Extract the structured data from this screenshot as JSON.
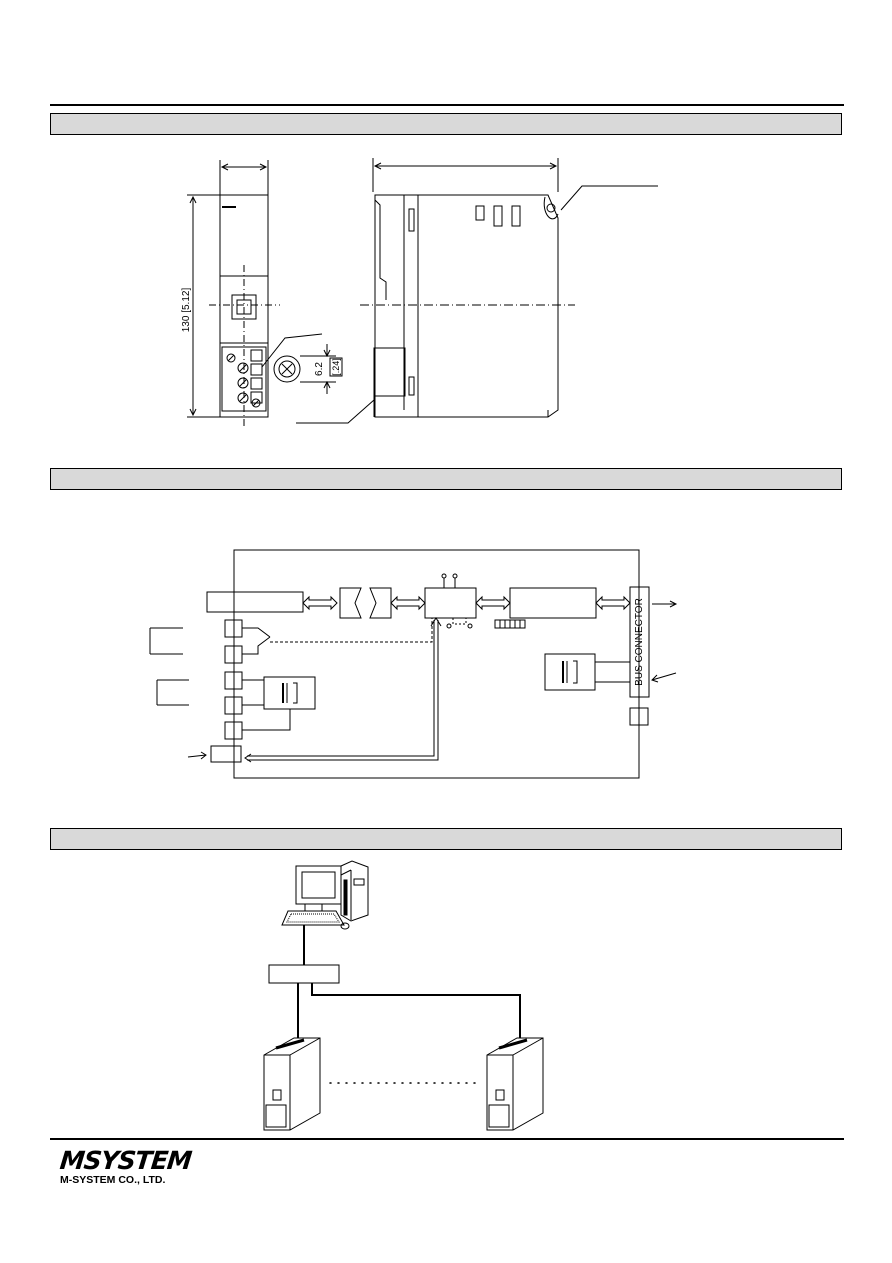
{
  "dimension_figure": {
    "height_label": "130 [5.12]",
    "terminal_pitch_label": "6.2",
    "terminal_pitch_inch_label": "[.24]"
  },
  "block_diagram": {
    "bus_connector_label": "BUS CONNECTOR"
  },
  "footer": {
    "logo_mark": "MSYSTEM",
    "company_name": "M-SYSTEM CO., LTD."
  }
}
